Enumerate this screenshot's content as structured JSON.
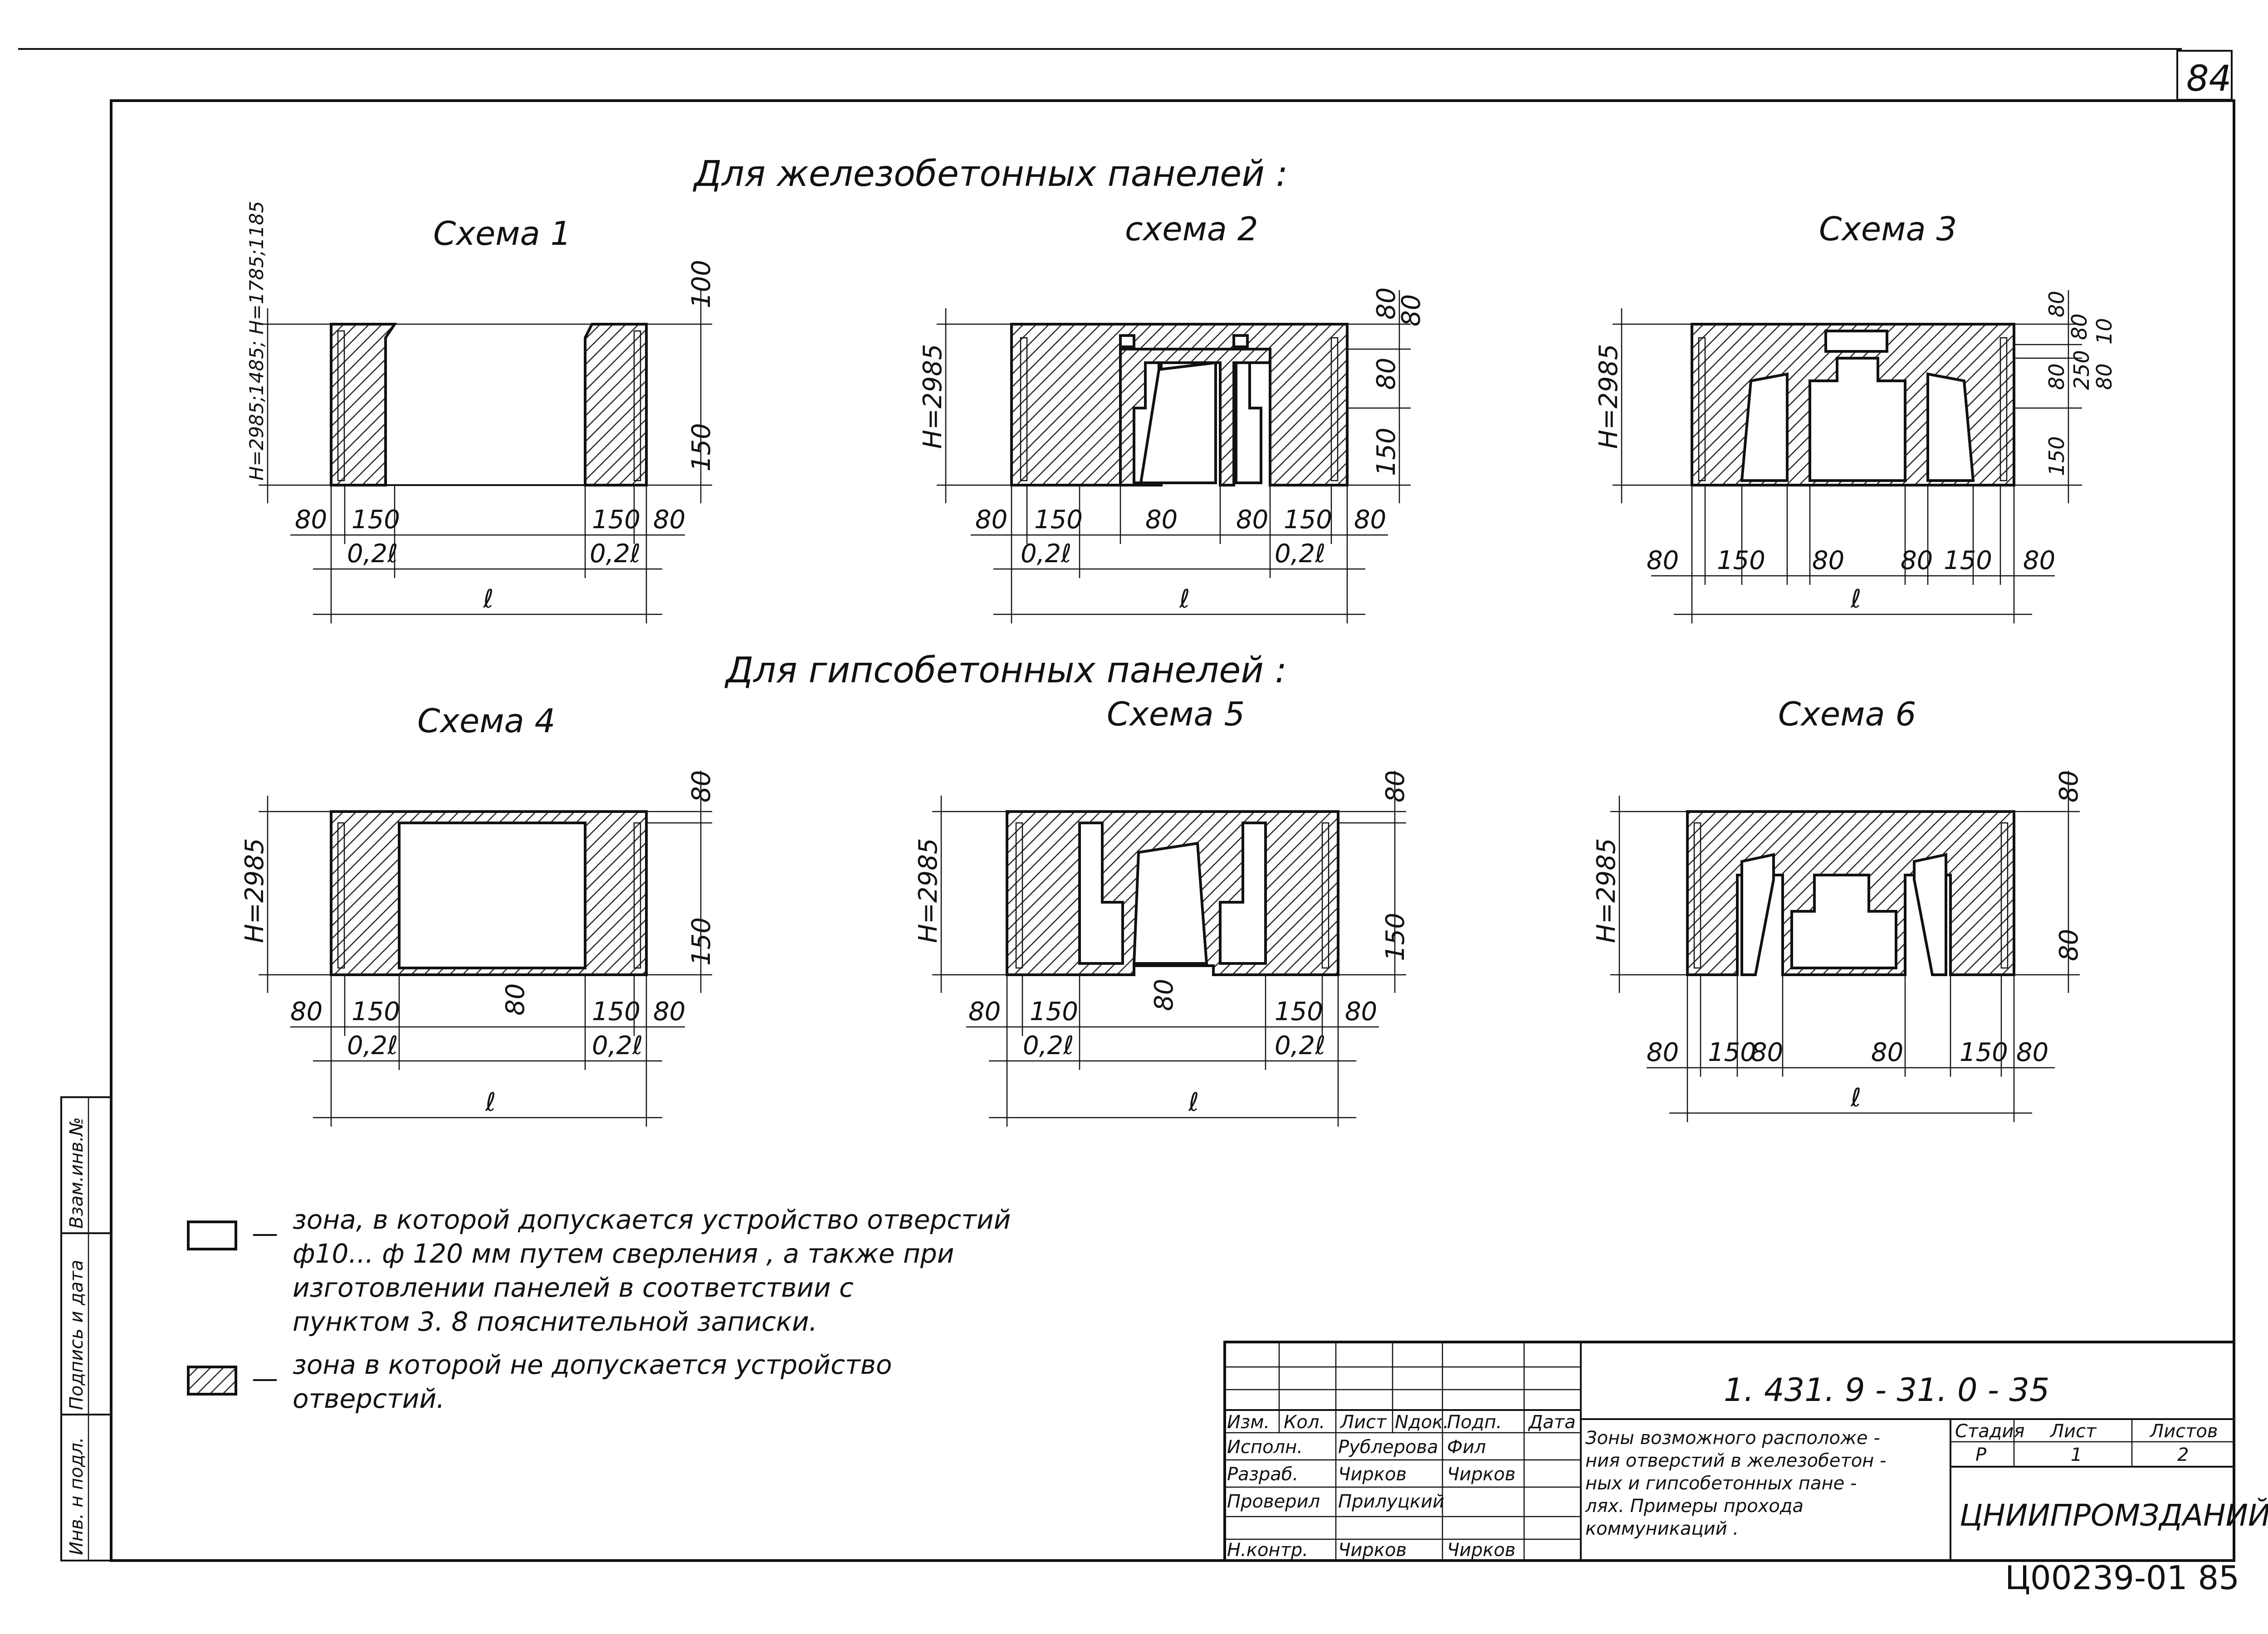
{
  "page": {
    "number": "84",
    "stamp": "Ц00239-01 85"
  },
  "headings": {
    "reinforced": "Для железобетонных панелей :",
    "gypsum": "Для гипсобетонных панелей :"
  },
  "schemes": [
    {
      "title": "Схема 1",
      "hlabel": "H=2985;1485; H=1785;1185",
      "right_dims": [
        "100",
        "150"
      ],
      "bottom_dims": [
        "80",
        "150",
        "150",
        "80"
      ],
      "sub_dims": [
        "0,2ℓ",
        "0,2ℓ"
      ],
      "span": "ℓ"
    },
    {
      "title": "схема 2",
      "hlabel": "H=2985",
      "right_dims": [
        "80",
        "80",
        "80",
        "150"
      ],
      "bottom_dims": [
        "80",
        "150",
        "80",
        "80",
        "150",
        "80"
      ],
      "sub_dims": [
        "0,2ℓ",
        "0,2ℓ"
      ],
      "span": "ℓ"
    },
    {
      "title": "Схема 3",
      "hlabel": "H=2985",
      "right_dims": [
        "80",
        "80",
        "80",
        "250",
        "10",
        "80",
        "150"
      ],
      "bottom_dims": [
        "80",
        "150",
        "80",
        "80",
        "150",
        "80"
      ],
      "sub_dims": [],
      "span": "ℓ"
    },
    {
      "title": "Схема 4",
      "hlabel": "H=2985",
      "right_dims": [
        "80",
        "150"
      ],
      "inner_dims": [
        "80"
      ],
      "bottom_dims": [
        "80",
        "150",
        "150",
        "80"
      ],
      "sub_dims": [
        "0,2ℓ",
        "0,2ℓ"
      ],
      "span": "ℓ"
    },
    {
      "title": "Схема 5",
      "hlabel": "H=2985",
      "right_dims": [
        "80",
        "150"
      ],
      "inner_dims": [
        "80"
      ],
      "bottom_dims": [
        "80",
        "150",
        "150",
        "80"
      ],
      "sub_dims": [
        "0,2ℓ",
        "0,2ℓ"
      ],
      "span": "ℓ"
    },
    {
      "title": "Схема 6",
      "hlabel": "H=2985",
      "right_dims": [
        "80",
        "80"
      ],
      "bottom_dims": [
        "80",
        "150",
        "80",
        "80",
        "150",
        "80"
      ],
      "sub_dims": [],
      "span": "ℓ"
    }
  ],
  "legend": {
    "dash": "—",
    "open": [
      "зона, в которой допускается устройство отверстий",
      "ф10... ф 120 мм путем сверления , а также при",
      "изготовлении панелей в соответствии с",
      "пунктом 3. 8 пояснительной записки."
    ],
    "hatched": [
      "зона в которой не допускается устройство",
      "отверстий."
    ]
  },
  "side_stamp": [
    "Инв. н подл.",
    "Подпись и дата",
    "Взам.инв.№"
  ],
  "title_block": {
    "code": "1. 431. 9 - 31. 0     - 35",
    "headers": [
      "Изм.",
      "Кол.",
      "Лист",
      "Nдок.",
      "Подп.",
      "Дата"
    ],
    "rows": [
      {
        "role": "Исполн.",
        "name": "Рублерова",
        "sign": "Фил"
      },
      {
        "role": "Разраб.",
        "name": "Чирков",
        "sign": "Чирков"
      },
      {
        "role": "Проверил",
        "name": "Прилуцкий",
        "sign": ""
      },
      {
        "role": "",
        "name": "",
        "sign": ""
      },
      {
        "role": "Н.контр.",
        "name": "Чирков",
        "sign": "Чирков"
      }
    ],
    "description": [
      "Зоны возможного расположе -",
      "ния отверстий в железобетон -",
      "ных и гипсобетонных пане -",
      "лях. Примеры прохода",
      "коммуникаций ."
    ],
    "stage_headers": [
      "Стадия",
      "Лист",
      "Листов"
    ],
    "stage_values": [
      "Р",
      "1",
      "2"
    ],
    "org": "ЦНИИПРОМЗДАНИЙ"
  }
}
